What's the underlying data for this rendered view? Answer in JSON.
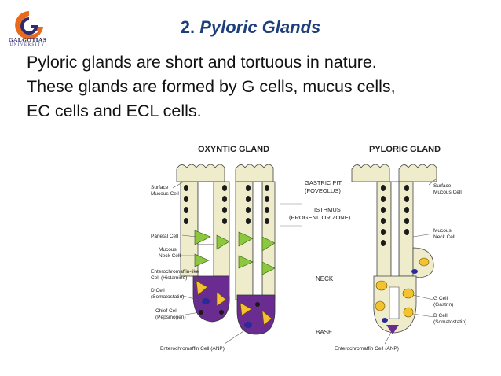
{
  "logo": {
    "name": "GALGOTIAS",
    "sub": "UNIVERSITY",
    "colors": {
      "orange": "#e86a1c",
      "blue": "#2d2a6e"
    }
  },
  "slide": {
    "title_number": "2.",
    "title_text": "Pyloric Glands",
    "body_lines": [
      "Pyloric glands are short and tortuous in nature.",
      "These glands are formed by G cells, mucus cells,",
      "EC cells and ECL cells."
    ]
  },
  "figure": {
    "oxyntic_title": "OXYNTIC GLAND",
    "pyloric_title": "PYLORIC GLAND",
    "center_labels": {
      "gastric_pit_1": "GASTRIC PIT",
      "gastric_pit_2": "(FOVEOLUS)",
      "isthmus_1": "ISTHMUS",
      "isthmus_2": "(PROGENITOR ZONE)",
      "neck": "NECK",
      "base": "BASE"
    },
    "oxyntic_labels": {
      "surface_1": "Surface",
      "surface_2": "Mucous Cell",
      "parietal": "Parietal Cell",
      "mucous_neck_1": "Mucous",
      "mucous_neck_2": "Neck Cell",
      "ecl_1": "Enterochromaffin-like",
      "ecl_2": "Cell (Histamine)",
      "dcell_1": "D Cell",
      "dcell_2": "(Somatostatin)",
      "chief_1": "Chief Cell",
      "chief_2": "(Pepsinogen)",
      "ec": "Enterochromaffin Cell (ANP)"
    },
    "pyloric_labels": {
      "surface_1": "Surface",
      "surface_2": "Mucous Cell",
      "mucous_neck_1": "Mucous",
      "mucous_neck_2": "Neck Cell",
      "gcell_1": "G Cell",
      "gcell_2": "(Gastrin)",
      "dcell_1": "D Cell",
      "dcell_2": "(Somatostatin)",
      "ec": "Enterochromaffin Cell (ANP)"
    },
    "colors": {
      "mucous": "#efeccc",
      "nucleus": "#1a1a1a",
      "parietal": "#8dc63f",
      "chief": "#6b2c91",
      "gcell": "#f2c230",
      "dcell": "#2a2a9a",
      "lumen": "#ffffff"
    }
  }
}
